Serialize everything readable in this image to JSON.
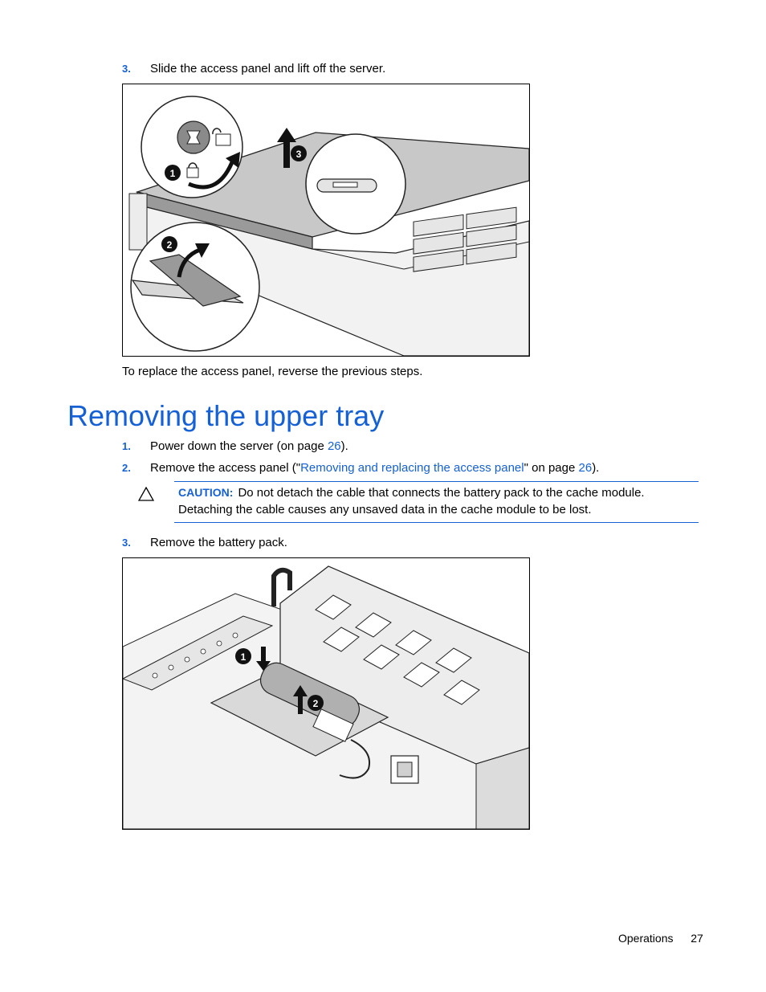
{
  "steps_top": {
    "step3": {
      "number": "3.",
      "text": "Slide the access panel and lift off the server."
    }
  },
  "figure1": {
    "callouts": [
      "1",
      "2",
      "3"
    ]
  },
  "replace_note": "To replace the access panel, reverse the previous steps.",
  "section": {
    "title": "Removing the upper tray"
  },
  "steps": {
    "step1": {
      "number": "1.",
      "before": "Power down the server (on page ",
      "page_link": "26",
      "after": ")."
    },
    "step2": {
      "number": "2.",
      "before": "Remove the access panel (\"",
      "link_text": "Removing and replacing the access panel",
      "middle": "\" on page ",
      "page_link": "26",
      "after": ")."
    },
    "step3": {
      "number": "3.",
      "text": "Remove the battery pack."
    }
  },
  "caution": {
    "label": "CAUTION:",
    "line1": "Do not detach the cable that connects the battery pack to the cache module.",
    "line2": "Detaching the cable causes any unsaved data in the cache module to be lost."
  },
  "figure2": {
    "callouts": [
      "1",
      "2"
    ]
  },
  "footer": {
    "section": "Operations",
    "page": "27"
  },
  "colors": {
    "accent": "#1560d4",
    "callout_fill": "#000000"
  }
}
